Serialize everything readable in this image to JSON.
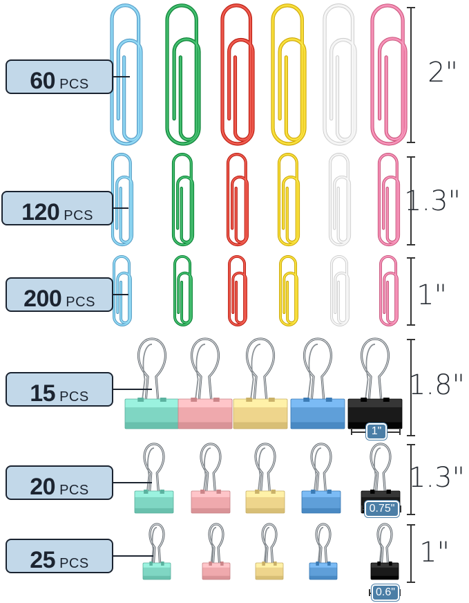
{
  "rows": [
    {
      "count": "60",
      "unit": "PCS",
      "size": "2\"",
      "kind": "paperclip"
    },
    {
      "count": "120",
      "unit": "PCS",
      "size": "1.3\"",
      "kind": "paperclip"
    },
    {
      "count": "200",
      "unit": "PCS",
      "size": "1\"",
      "kind": "paperclip"
    },
    {
      "count": "15",
      "unit": "PCS",
      "size": "1.8\"",
      "kind": "binder",
      "width_tag": "1\""
    },
    {
      "count": "20",
      "unit": "PCS",
      "size": "1.3\"",
      "kind": "binder",
      "width_tag": "0.75\""
    },
    {
      "count": "25",
      "unit": "PCS",
      "size": "1\"",
      "kind": "binder",
      "width_tag": "0.6\""
    }
  ],
  "paperclip_colors": [
    "#7cc3ea",
    "#2fa85a",
    "#e2463a",
    "#f2cf2a",
    "#f0f0f0",
    "#ef7fa5"
  ],
  "binder_colors": [
    "#7fd6c3",
    "#efa9ad",
    "#eed58c",
    "#5f9fd9",
    "#1a1a1a"
  ]
}
